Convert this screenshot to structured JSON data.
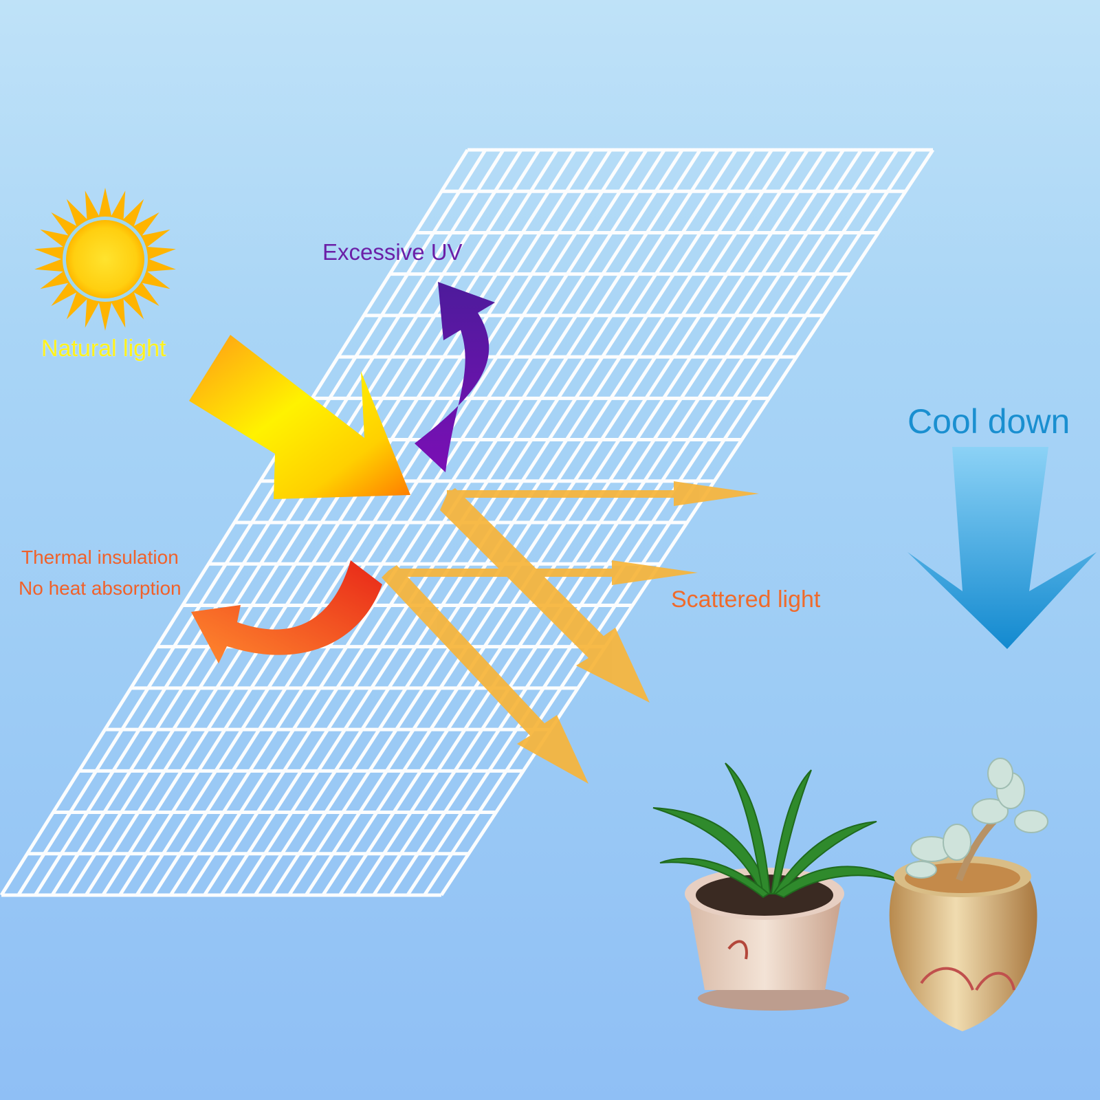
{
  "labels": {
    "natural_light": "Natural light",
    "excessive_uv": "Excessive UV",
    "thermal_insulation": "Thermal insulation",
    "no_heat_absorption": "No heat absorption",
    "scattered_light": "Scattered light",
    "cool_down": "Cool down"
  },
  "colors": {
    "background_top": "#bfe2f8",
    "background_bottom": "#8fbff5",
    "mesh": "#ffffff",
    "sun": "#ffd21a",
    "natural_light_text": "#fff21c",
    "uv": "#6b1fa7",
    "heat": "#f0612a",
    "scatter": "#f7b53b",
    "cool": "#1a8fd0"
  },
  "icons": {
    "sun": "sun-icon",
    "mesh": "shade-net-grid",
    "incoming_arrow": "natural-light-arrow",
    "uv_arrow": "uv-reflect-arrow",
    "heat_arrow": "heat-reflect-arrow",
    "scatter_arrows": "scattered-light-arrows",
    "cool_arrow": "cool-down-arrow",
    "plants": "potted-plants"
  }
}
